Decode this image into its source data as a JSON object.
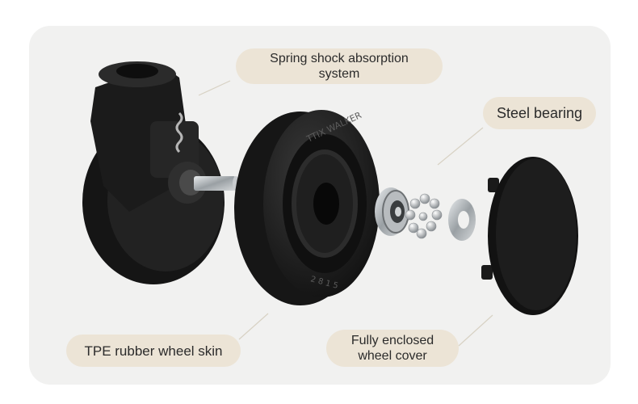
{
  "labels": {
    "spring": {
      "line1": "Spring shock absorption",
      "line2": "system"
    },
    "bearing": "Steel bearing",
    "skin": "TPE rubber wheel skin",
    "cover": {
      "line1": "Fully enclosed",
      "line2": "wheel cover"
    }
  },
  "wheel_print": {
    "top": "TTIX WALKER",
    "bottom": "2 8 1 5"
  },
  "colors": {
    "panel_bg": "#f1f1f0",
    "label_bg": "#ece4d6",
    "rubber": "#1c1c1c",
    "steel": "#bfc3c6"
  },
  "icons": [
    "caster-fork-icon",
    "wheel-icon",
    "bearing-icon",
    "ball-icon",
    "washer-icon",
    "cover-icon"
  ]
}
